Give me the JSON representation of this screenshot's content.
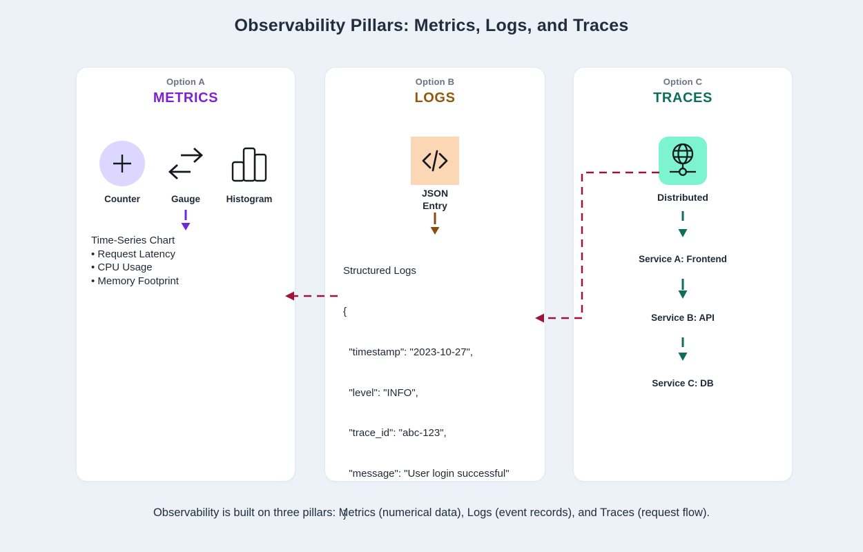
{
  "page": {
    "title": "Observability Pillars: Metrics, Logs, and Traces",
    "footer": "Observability is built on three pillars: Metrics (numerical data), Logs (event records), and Traces (request flow)."
  },
  "colors": {
    "background": "#edf2f9",
    "card": "#ffffff",
    "metrics_accent": "#7e22ce",
    "logs_accent": "#92580b",
    "traces_accent": "#0d6e5c",
    "connector_crimson": "#9f1239",
    "counter_circle_bg": "#ddd6fe",
    "logs_tile_bg": "#fcd7b6",
    "traces_tile_bg": "#7df4cd",
    "muted_label": "#6b7280",
    "text": "#1e2936"
  },
  "metrics": {
    "option": "Option A",
    "name": "METRICS",
    "icons": [
      {
        "icon": "plus-counter-icon",
        "label": "Counter"
      },
      {
        "icon": "gauge-arrows-icon",
        "label": "Gauge"
      },
      {
        "icon": "histogram-bars-icon",
        "label": "Histogram"
      }
    ],
    "detail_title": "Time-Series Chart",
    "detail_items": [
      "• Request Latency",
      "• CPU Usage",
      "• Memory Footprint"
    ]
  },
  "logs": {
    "option": "Option B",
    "name": "LOGS",
    "icon": "code-icon",
    "icon_label_line1": "JSON",
    "icon_label_line2": "Entry",
    "detail_title": "Structured Logs",
    "json_lines": [
      "{",
      "  \"timestamp\": \"2023-10-27\",",
      "  \"level\": \"INFO\",",
      "  \"trace_id\": \"abc-123\",",
      "  \"message\": \"User login successful\"",
      "}"
    ]
  },
  "traces": {
    "option": "Option C",
    "name": "TRACES",
    "icon": "globe-network-icon",
    "icon_label": "Distributed",
    "services": [
      "Service A: Frontend",
      "Service B: API",
      "Service C: DB"
    ]
  }
}
